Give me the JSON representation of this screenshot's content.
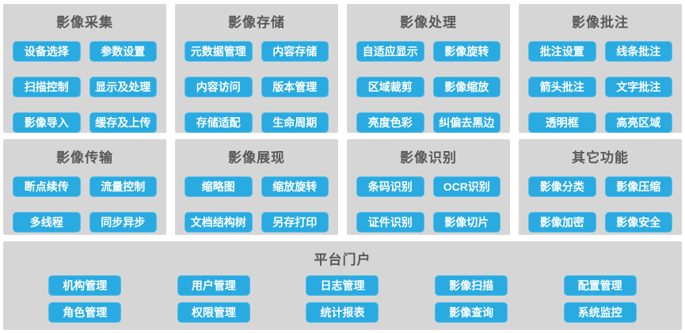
{
  "colors": {
    "page_bg": "#ffffff",
    "panel_bg": "#d6d6d6",
    "button_bg": "#29abe2",
    "button_border": "#54bce8",
    "button_text": "#ffffff",
    "title_text": "#595959"
  },
  "panels": [
    {
      "title": "影像采集",
      "buttons": [
        "设备选择",
        "参数设置",
        "扫描控制",
        "显示及处理",
        "影像导入",
        "缓存及上传"
      ]
    },
    {
      "title": "影像存储",
      "buttons": [
        "元数据管理",
        "内容存储",
        "内容访问",
        "版本管理",
        "存储适配",
        "生命周期"
      ]
    },
    {
      "title": "影像处理",
      "buttons": [
        "自适应显示",
        "影像旋转",
        "区域裁剪",
        "影像缩放",
        "亮度色彩",
        "纠偏去黑边"
      ]
    },
    {
      "title": "影像批注",
      "buttons": [
        "批注设置",
        "线条批注",
        "箭头批注",
        "文字批注",
        "透明框",
        "高亮区域"
      ]
    },
    {
      "title": "影像传输",
      "buttons": [
        "断点续传",
        "流量控制",
        "多线程",
        "同步异步"
      ]
    },
    {
      "title": "影像展现",
      "buttons": [
        "缩略图",
        "缩放旋转",
        "文档结构树",
        "另存打印"
      ]
    },
    {
      "title": "影像识别",
      "buttons": [
        "条码识别",
        "OCR识别",
        "证件识别",
        "影像切片"
      ]
    },
    {
      "title": "其它功能",
      "buttons": [
        "影像分类",
        "影像压缩",
        "影像加密",
        "影像安全"
      ]
    }
  ],
  "portal": {
    "title": "平台门户",
    "buttons": [
      "机构管理",
      "用户管理",
      "日志管理",
      "影像扫描",
      "配置管理",
      "角色管理",
      "权限管理",
      "统计报表",
      "影像查询",
      "系统监控"
    ]
  }
}
